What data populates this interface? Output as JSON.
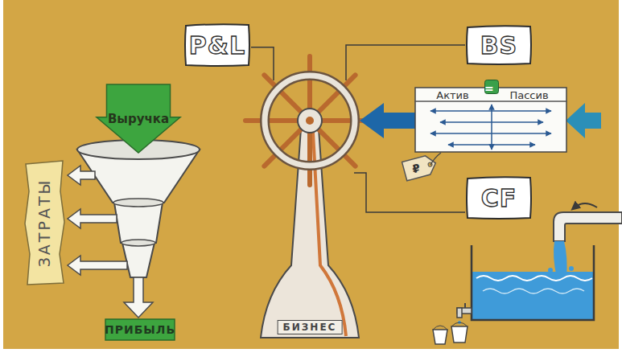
{
  "diagram": {
    "nodes": [
      {
        "text": [
          "P&L"
        ]
      },
      {
        "text": [
          "BS"
        ]
      },
      {
        "text": [
          "Выручка"
        ]
      },
      {
        "text": [
          "Актив",
          "Пассив"
        ]
      },
      {
        "text": [
          "="
        ],
        "in": 3
      },
      {
        "text": [
          "ЗАТРАТЫ"
        ]
      },
      {
        "text": [
          "БИЗНЕС"
        ]
      },
      {
        "text": [
          "₽"
        ]
      },
      {
        "text": [
          "CF"
        ]
      },
      {
        "text": [
          "ПРИБЫЛЬ"
        ]
      }
    ],
    "edges": [
      {
        "from": 0,
        "to": 6,
        "arrow": "none"
      },
      {
        "from": 1,
        "to": 6,
        "arrow": "none"
      },
      {
        "from": 8,
        "to": 6,
        "arrow": "none"
      }
    ]
  }
}
